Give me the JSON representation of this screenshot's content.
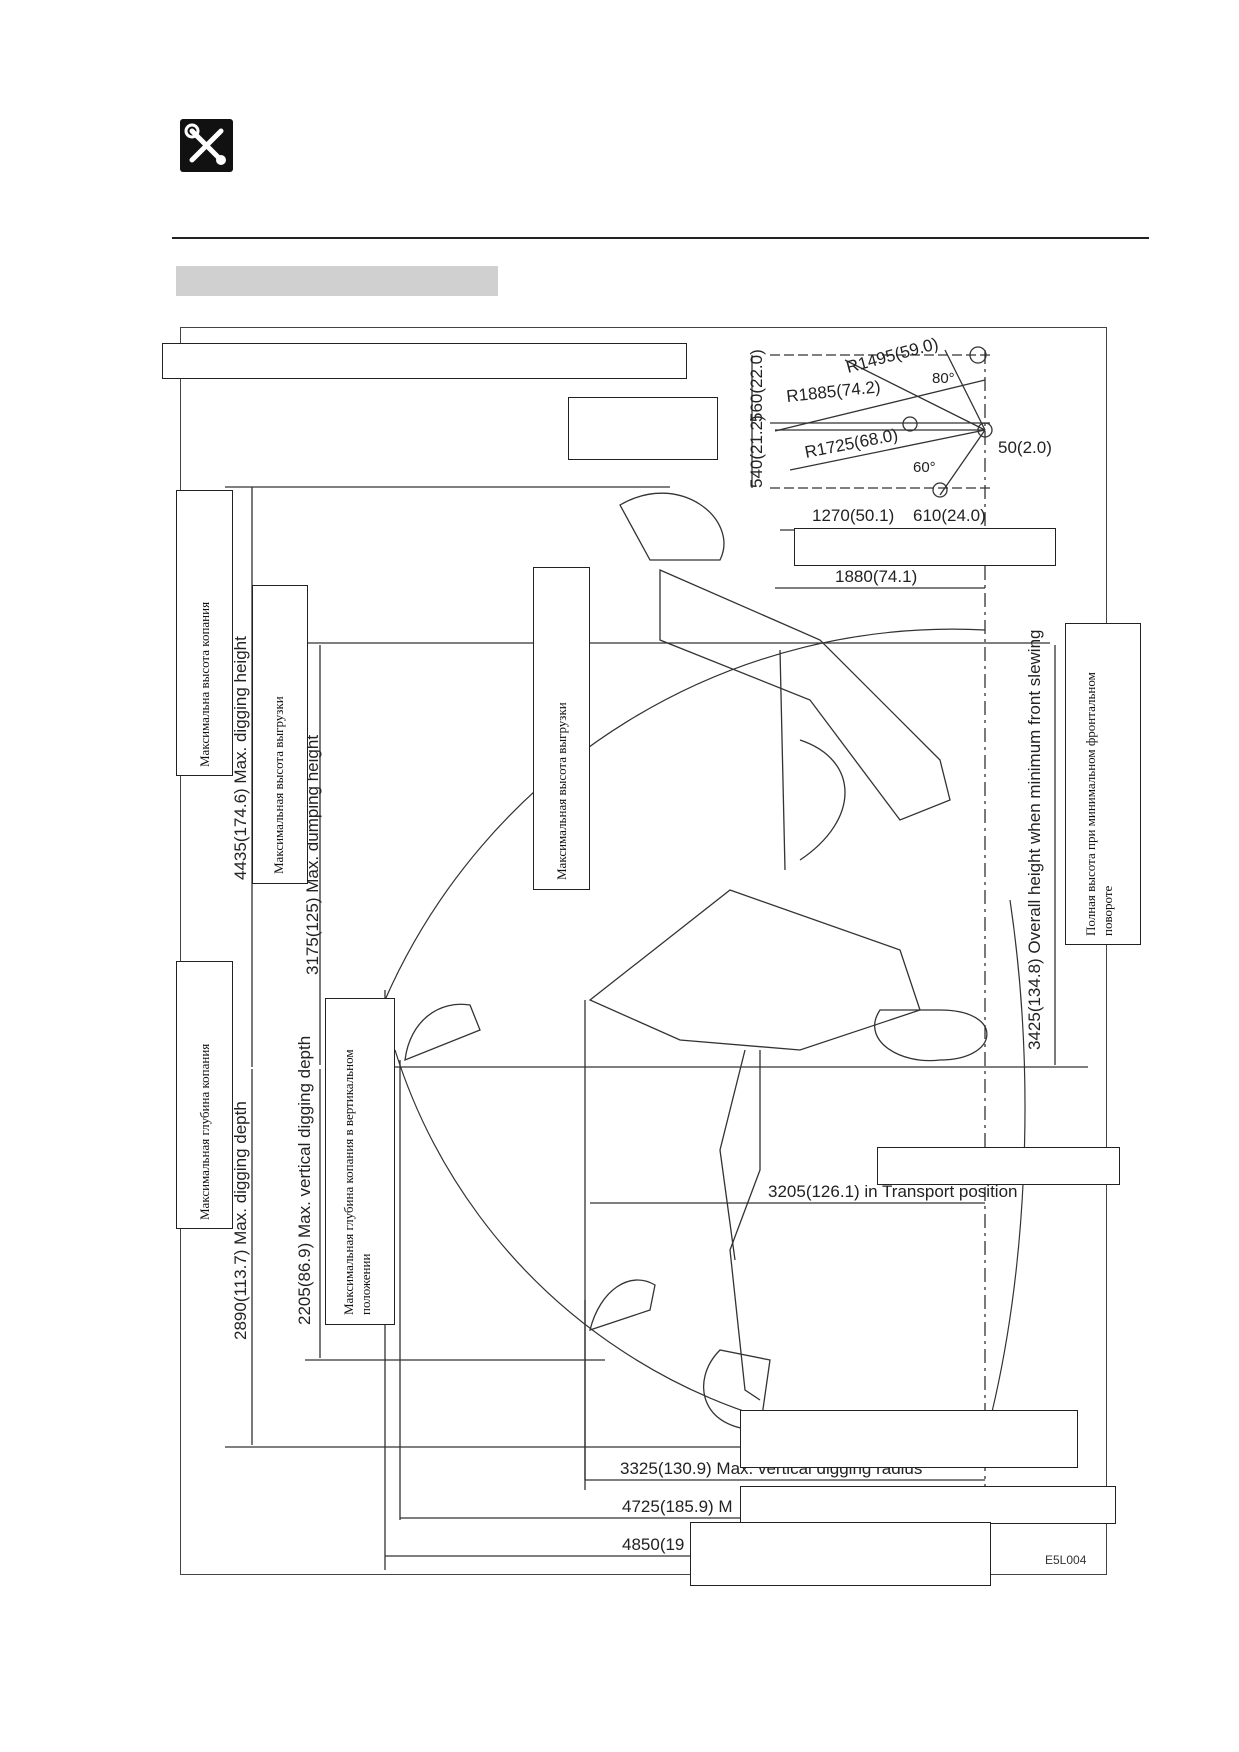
{
  "header": {
    "logo_icon": "wrench-screwdriver-icon",
    "section_bar": ""
  },
  "top_view": {
    "r1495": "R1495(59.0)",
    "r1885": "R1885(74.2)",
    "r1725": "R1725(68.0)",
    "a80": "80°",
    "a60": "60°",
    "d560": "560(22.0)",
    "d540": "540(21.2)",
    "d50": "50(2.0)",
    "d1270": "1270(50.1)",
    "d610": "610(24.0)"
  },
  "dimensions": {
    "d1880": "1880(74.1)",
    "max_digging_height": "4435(174.6) Max. digging height",
    "max_dumping_height": "3175(125) Max. dumping height",
    "overall_height": "3425(134.8) Overall height when minimum front slewing",
    "max_vertical_depth": "2205(86.9) Max. vertical digging depth",
    "max_digging_depth": "2890(113.7) Max. digging depth",
    "transport": "3205(126.1) in Transport position",
    "max_vertical_radius": "3325(130.9) Max. vertical digging radius",
    "d4725": "4725(185.9) M",
    "d4850": "4850(19",
    "figure_code": "E5L004"
  },
  "labels_ru": {
    "max_digging_height": "Максимальна высота копания",
    "max_dumping_height": "Максимальная высота выгрузки",
    "max_dumping_height_center": "Максимальная высота выгрузки",
    "overall_height": "Полная высота при минимальном фронтальном повороте",
    "max_digging_depth": "Максимальная глубина копания",
    "max_vertical_depth": "Максимальная глубина копания в вертикальном положении"
  }
}
